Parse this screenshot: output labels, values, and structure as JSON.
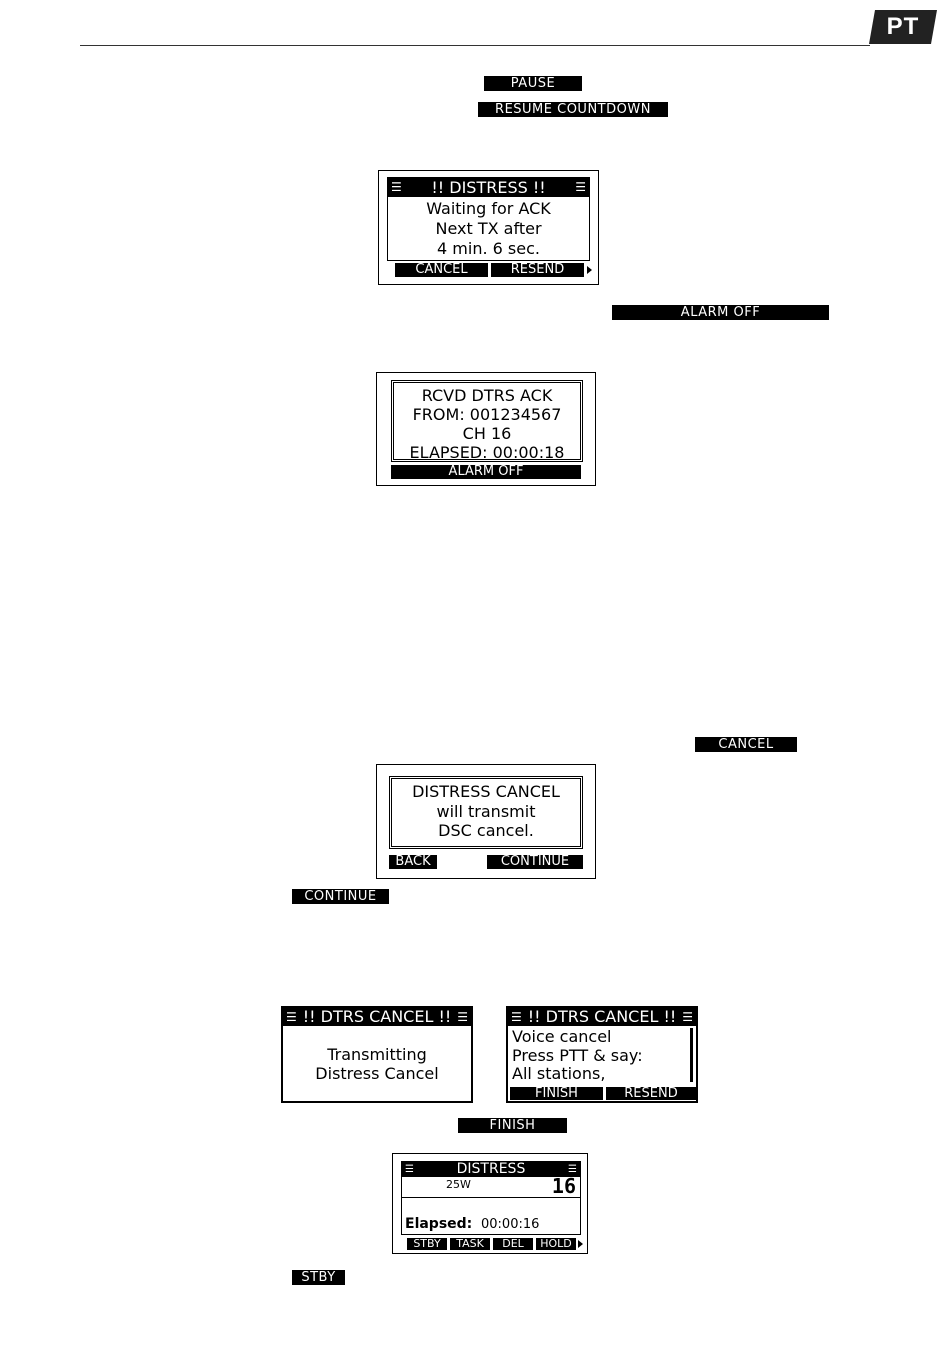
{
  "header": {
    "lang_badge": "PT"
  },
  "keys": {
    "pause": "PAUSE",
    "resume_countdown": "RESUME COUNTDOWN",
    "alarm_off": "ALARM OFF",
    "cancel": "CANCEL",
    "continue": "CONTINUE",
    "finish": "FINISH",
    "stby": "STBY"
  },
  "screens": {
    "waiting": {
      "title": "!! DISTRESS !!",
      "lines": [
        "Waiting for ACK",
        "Next TX after",
        "4 min. 6 sec."
      ],
      "softkeys": [
        "CANCEL",
        "RESEND"
      ]
    },
    "ack": {
      "lines": [
        "RCVD DTRS ACK",
        "FROM: 001234567",
        "CH 16",
        "ELAPSED: 00:00:18"
      ],
      "softkeys": [
        "ALARM OFF"
      ]
    },
    "confirm": {
      "lines": [
        "DISTRESS CANCEL",
        "will transmit",
        "DSC cancel."
      ],
      "softkeys": [
        "BACK",
        "CONTINUE"
      ]
    },
    "transmitting": {
      "title": "!! DTRS CANCEL !!",
      "lines": [
        "Transmitting",
        "Distress Cancel"
      ]
    },
    "voice": {
      "title": "!! DTRS CANCEL !!",
      "lines": [
        "Voice cancel",
        "Press PTT & say:",
        "All stations,"
      ],
      "softkeys": [
        "FINISH",
        "RESEND"
      ]
    },
    "final": {
      "title": "DISTRESS",
      "power": "25W",
      "channel": "16",
      "elapsed_label": "Elapsed:",
      "elapsed_value": "00:00:16",
      "softkeys": [
        "STBY",
        "TASK",
        "DEL",
        "HOLD"
      ]
    }
  }
}
